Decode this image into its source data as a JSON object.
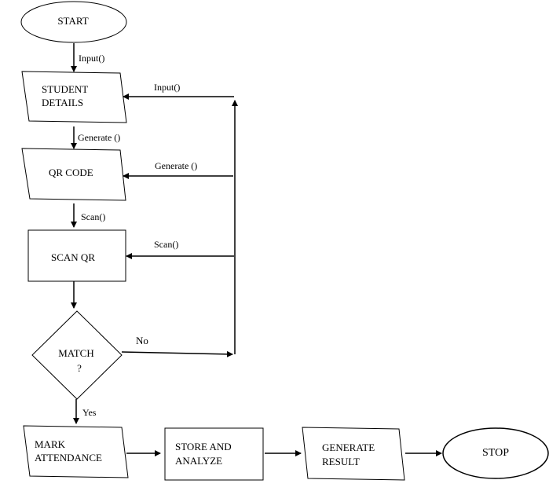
{
  "nodes": {
    "start": "START",
    "student_details": [
      "STUDENT",
      "DETAILS"
    ],
    "qr_code": "QR CODE",
    "scan_qr": "SCAN QR",
    "match": [
      "MATCH",
      "?"
    ],
    "mark_attendance": [
      "MARK",
      "ATTENDANCE"
    ],
    "store_analyze": [
      "STORE AND",
      "ANALYZE"
    ],
    "generate_result": [
      "GENERATE",
      "RESULT"
    ],
    "stop": "STOP"
  },
  "edges": {
    "start_to_details": "Input()",
    "details_to_qr": "Generate ()",
    "qr_to_scan": "Scan()",
    "feedback_input": "Input()",
    "feedback_generate": "Generate ()",
    "feedback_scan": "Scan()",
    "match_no": "No",
    "match_yes": "Yes"
  }
}
